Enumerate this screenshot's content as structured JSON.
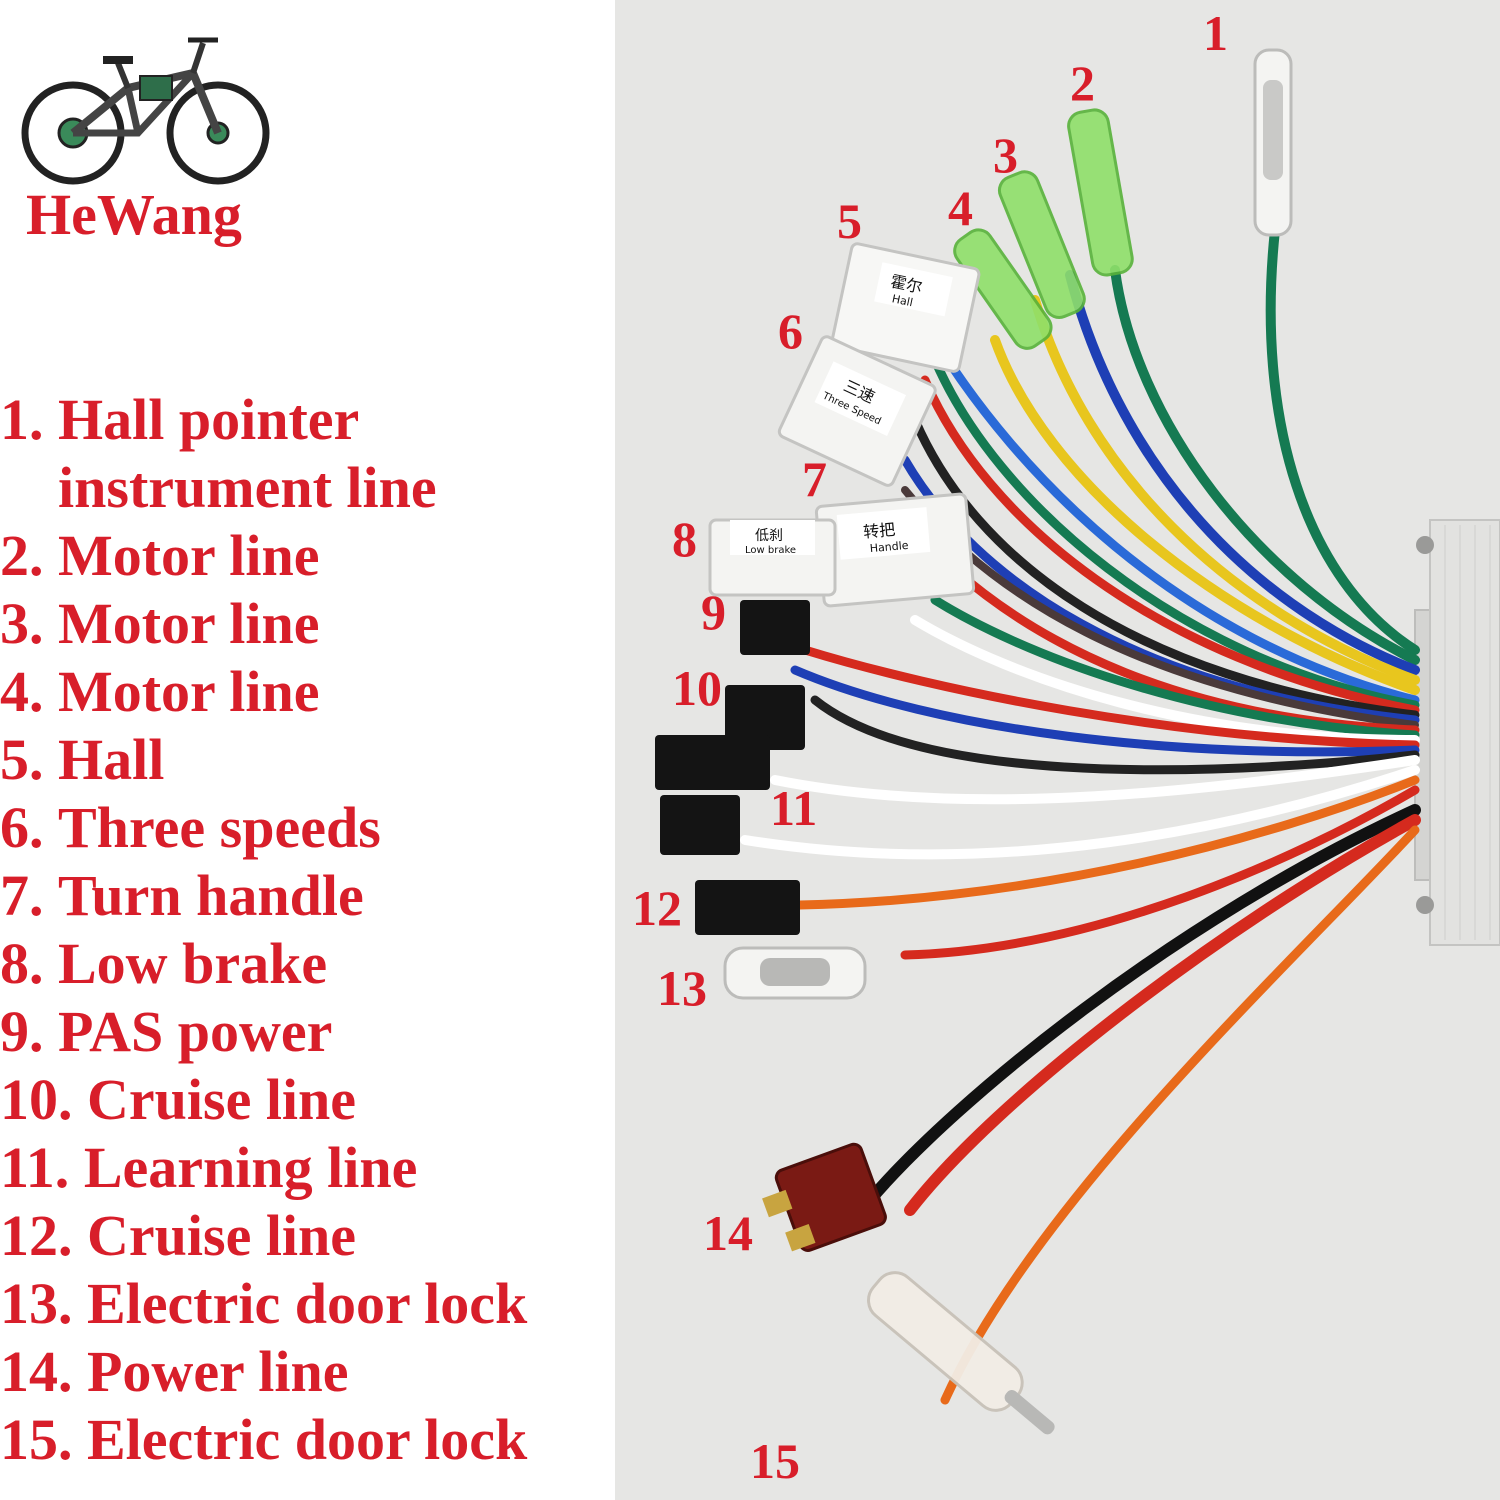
{
  "brand": {
    "name": "HeWang",
    "color": "#d81e2a"
  },
  "legend": [
    {
      "num": "1.",
      "text": "Hall pointer instrument line"
    },
    {
      "num": "2.",
      "text": "Motor line"
    },
    {
      "num": "3.",
      "text": "Motor line"
    },
    {
      "num": "4.",
      "text": "Motor line"
    },
    {
      "num": "5.",
      "text": "Hall"
    },
    {
      "num": "6.",
      "text": "Three speeds"
    },
    {
      "num": "7.",
      "text": "Turn handle"
    },
    {
      "num": "8.",
      "text": "Low brake"
    },
    {
      "num": "9.",
      "text": "PAS power"
    },
    {
      "num": "10.",
      "text": "Cruise line"
    },
    {
      "num": "11.",
      "text": "Learning line"
    },
    {
      "num": "12.",
      "text": "Cruise line"
    },
    {
      "num": "13.",
      "text": "Electric door lock"
    },
    {
      "num": "14.",
      "text": "Power line"
    },
    {
      "num": "15.",
      "text": "Electric door lock"
    }
  ],
  "callouts": [
    "1",
    "2",
    "3",
    "4",
    "5",
    "6",
    "7",
    "8",
    "9",
    "10",
    "11",
    "12",
    "13",
    "14",
    "15"
  ],
  "connector_labels": {
    "hall": {
      "cn": "霍尔",
      "en": "Hall"
    },
    "three_speed": {
      "cn": "三速",
      "en": "Three Speed"
    },
    "handle": {
      "cn": "转把",
      "en": "Handle"
    },
    "low_brake": {
      "cn": "低刹",
      "en": "Low brake"
    }
  },
  "colors": {
    "label_red": "#d81e2a",
    "background": "#e6e6e4",
    "controller": "#d4d4d2"
  }
}
